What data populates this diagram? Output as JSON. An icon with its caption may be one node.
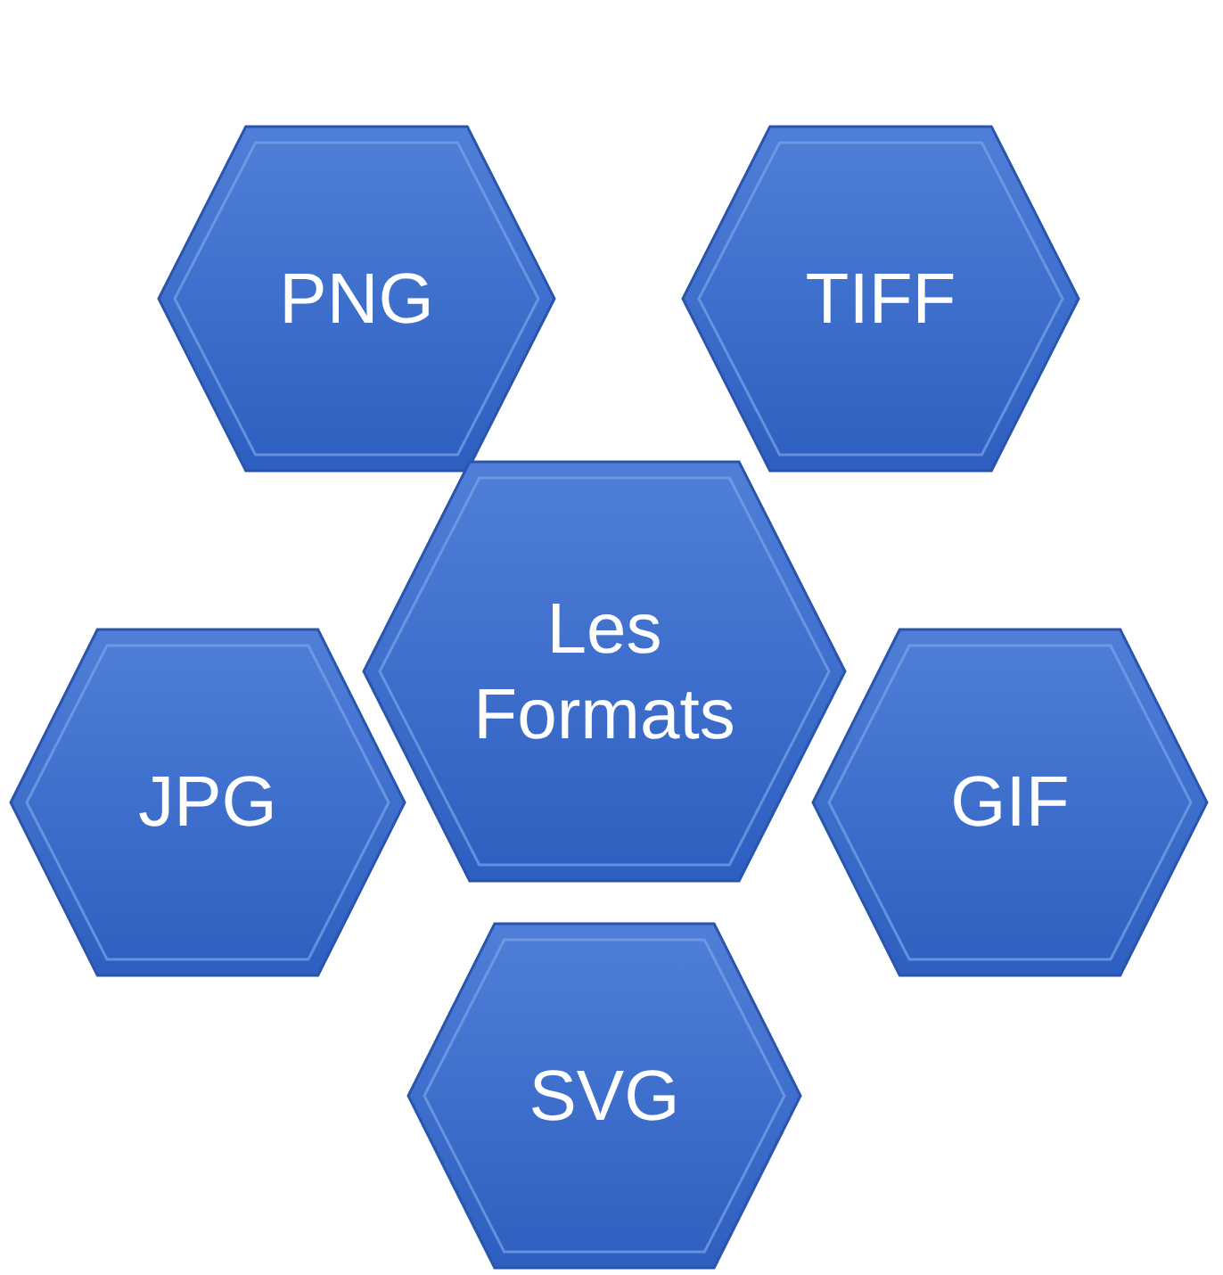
{
  "diagram": {
    "nodes": [
      {
        "text": [
          "PNG"
        ]
      },
      {
        "text": [
          "TIFF"
        ]
      },
      {
        "text": [
          "Les Formats"
        ]
      },
      {
        "text": [
          "JPG"
        ]
      },
      {
        "text": [
          "GIF"
        ]
      },
      {
        "text": [
          "SVG"
        ]
      }
    ]
  }
}
